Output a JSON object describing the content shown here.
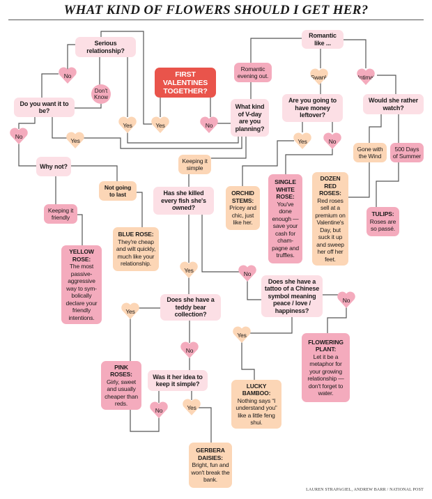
{
  "title": "WHAT KIND OF FLOWERS SHOULD I GET HER?",
  "credit": "LAUREN STRAPAGIEL, ANDREW BARR / NATIONAL POST",
  "colors": {
    "question": "#fcdfe5",
    "pink": "#f4abbd",
    "peach": "#fcd6b6",
    "start": "#e9544b",
    "line": "#555555"
  },
  "questions": {
    "first": "FIRST VALENTINES TOGETHER?",
    "serious": "Serious relationship?",
    "want": "Do you want it to be?",
    "why_not": "Why not?",
    "fish": "Has she killed every fish she's owned?",
    "teddy": "Does she have a teddy bear collection?",
    "idea": "Was it her idea to keep it simple?",
    "tattoo": "Does she have a tattoo of a Chinese symbol meaning peace / love / happiness?",
    "vday": "What kind of V-day are you planning?",
    "romantic": "Romantic like ...",
    "money": "Are you going to have money leftover?",
    "watch": "Would she rather watch?"
  },
  "options": {
    "not_last": "Not going to last",
    "friendly": "Keeping it friendly",
    "simple": "Keeping it simple",
    "evening": "Romantic evening out.",
    "gone": "Gone with the Wind",
    "summer": "500 Days of Summer"
  },
  "answers": {
    "yes": "Yes",
    "no": "No",
    "dont_know": "Don't Know",
    "swanky": "Swanky",
    "intimate": "Intimate"
  },
  "results": {
    "yellow": {
      "title": "YELLOW ROSE:",
      "desc": "The most passive-aggressive way to sym-bolically declare your friendly intentions."
    },
    "blue": {
      "title": "BLUE ROSE:",
      "desc": "They're cheap and wilt quickly, much like your relationship."
    },
    "pink": {
      "title": "PINK ROSES:",
      "desc": "Girly, sweet and usually cheaper than reds."
    },
    "gerbera": {
      "title": "GERBERA DAISIES:",
      "desc": "Bright, fun and won't break the bank."
    },
    "bamboo": {
      "title": "LUCKY BAMBOO:",
      "desc": "Nothing says “I understand you” like a little feng shui."
    },
    "flowering": {
      "title": "FLOWERING PLANT:",
      "desc": "Let it be a metaphor for your growing relationship — don't forget to water."
    },
    "orchid": {
      "title": "ORCHID STEMS:",
      "desc": "Pricey and chic, just like her."
    },
    "white": {
      "title": "SINGLE WHITE ROSE:",
      "desc": "You've done enough — save your cash for cham-pagne and truffles."
    },
    "red": {
      "title": "DOZEN RED ROSES:",
      "desc": "Red roses sell at a premium on Valentine's Day, but suck it up and sweep her off her feet."
    },
    "tulips": {
      "title": "TULIPS:",
      "desc": "Roses are so passé."
    }
  }
}
